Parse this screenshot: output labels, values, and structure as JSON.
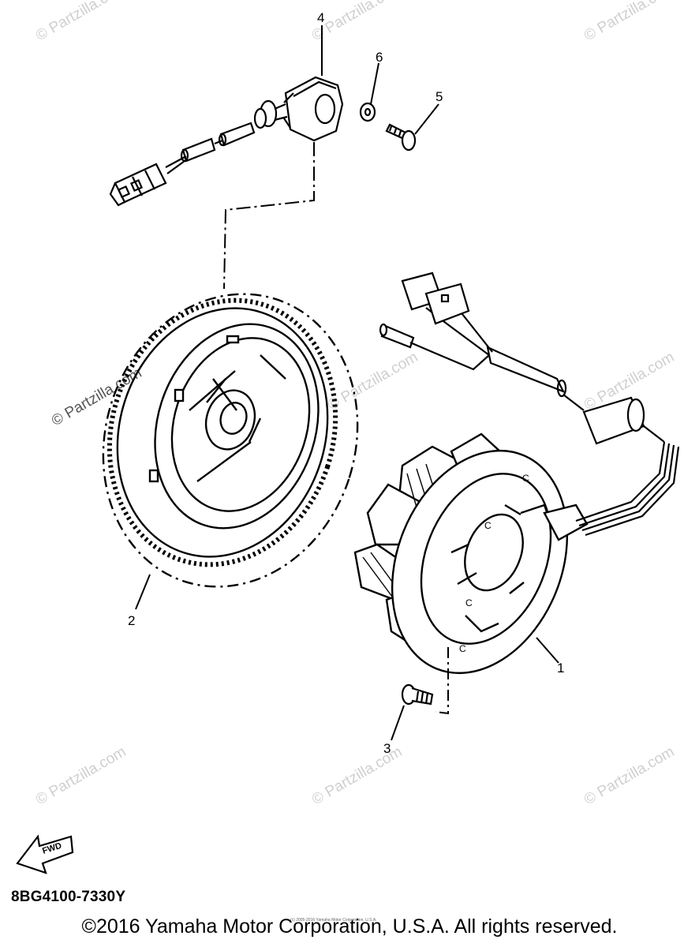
{
  "callouts": {
    "c1": "1",
    "c2": "2",
    "c3": "3",
    "c4": "4",
    "c5": "5",
    "c6": "6"
  },
  "watermark_text": "© Partzilla.com",
  "fwd_label": "FWD",
  "drawing_code": "8BG4100-7330Y",
  "copyright": "©2016 Yamaha Motor Corporation, U.S.A. All rights reserved.",
  "tiny_credit": "(c) 2005-2016 Yamaha Motor Corporation, U.S.A.",
  "stator_marks": [
    "C",
    "C",
    "C",
    "C"
  ]
}
